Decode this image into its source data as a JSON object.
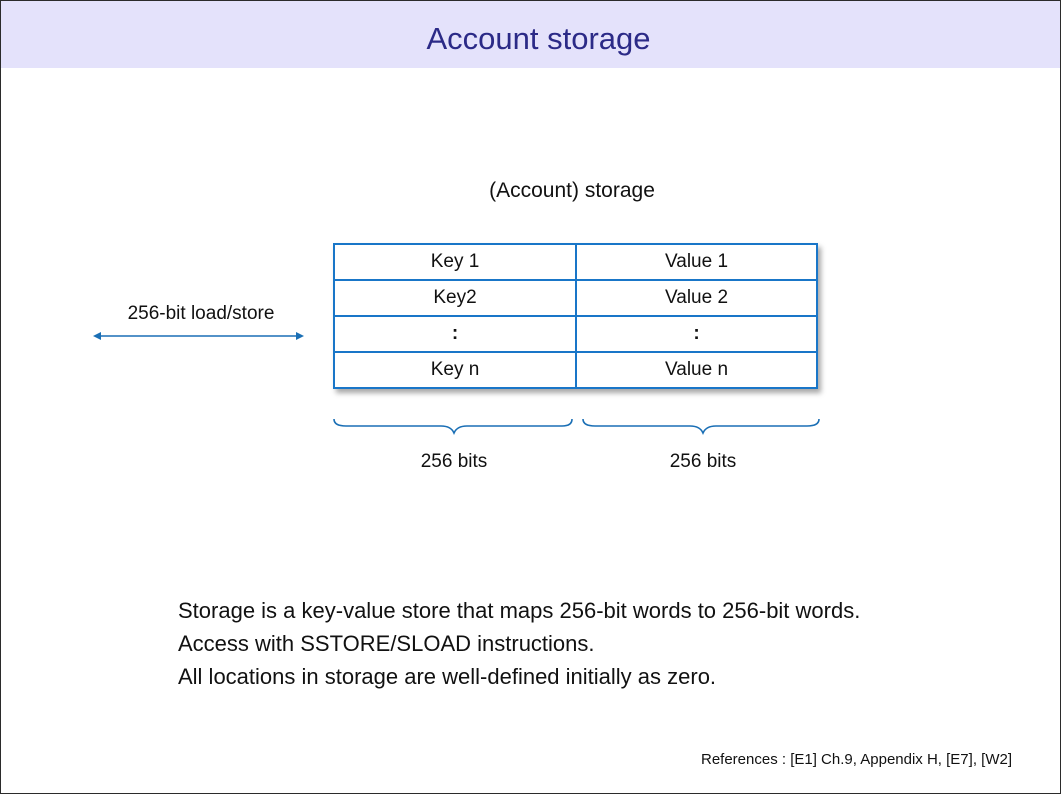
{
  "slide": {
    "title": "Account storage",
    "diagram_caption": "(Account) storage",
    "arrow_label": "256-bit load/store",
    "table": {
      "rows": [
        {
          "key": "Key 1",
          "value": "Value 1"
        },
        {
          "key": "Key2",
          "value": "Value 2"
        },
        {
          "key": ":",
          "value": ":"
        },
        {
          "key": "Key n",
          "value": "Value n"
        }
      ]
    },
    "key_bits_label": "256 bits",
    "value_bits_label": "256 bits",
    "body_lines": [
      "Storage is a key-value store that maps 256-bit words to 256-bit words.",
      "Access with SSTORE/SLOAD instructions.",
      "All locations in storage are well-defined initially as zero."
    ],
    "references": "References : [E1] Ch.9, Appendix H, [E7], [W2]"
  },
  "colors": {
    "title_bar": "#e4e2fb",
    "title_text": "#2b2a87",
    "table_border": "#1976c8",
    "accent_lines": "#1a6fb5"
  }
}
